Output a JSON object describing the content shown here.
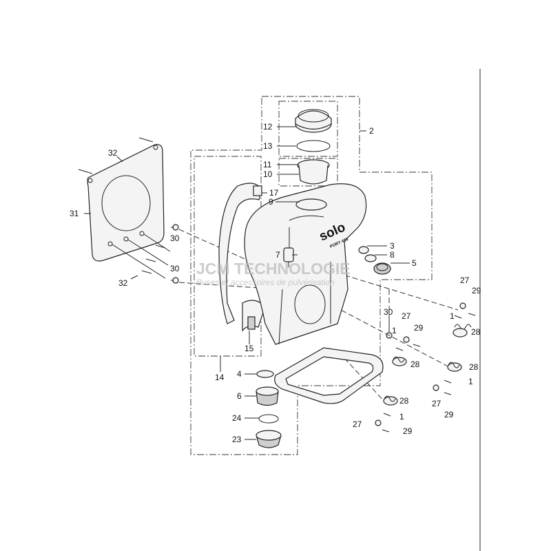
{
  "brand": {
    "logo": "solo",
    "model": "PORT 423"
  },
  "watermark": {
    "title": "JCM TECHNOLOGIE",
    "subtitle": "Buses et accessoires de pulvérisation"
  },
  "callouts": {
    "c1a": "1",
    "c1b": "1",
    "c1c": "1",
    "c1d": "1",
    "c2": "2",
    "c3": "3",
    "c4": "4",
    "c5": "5",
    "c6": "6",
    "c7": "7",
    "c8": "8",
    "c9": "9",
    "c10": "10",
    "c11": "11",
    "c12": "12",
    "c13": "13",
    "c14": "14",
    "c15": "15",
    "c17": "17",
    "c23": "23",
    "c24": "24",
    "c27a": "27",
    "c27b": "27",
    "c27c": "27",
    "c27d": "27",
    "c28a": "28",
    "c28b": "28",
    "c28c": "28",
    "c28d": "28",
    "c29a": "29",
    "c29b": "29",
    "c29c": "29",
    "c29d": "29",
    "c30a": "30",
    "c30b": "30",
    "c30c": "30",
    "c31": "31",
    "c32a": "32",
    "c32b": "32"
  }
}
